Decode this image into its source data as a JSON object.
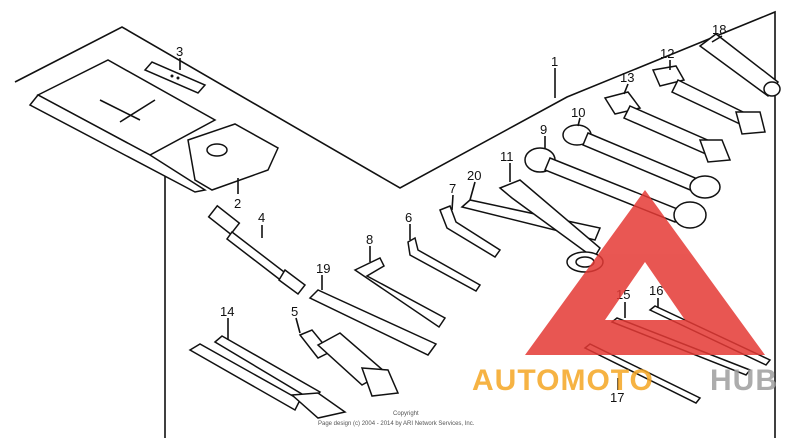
{
  "callouts": {
    "c1": "1",
    "c2": "2",
    "c3": "3",
    "c4": "4",
    "c5": "5",
    "c6": "6",
    "c7": "7",
    "c8": "8",
    "c9": "9",
    "c10": "10",
    "c11": "11",
    "c12": "12",
    "c13": "13",
    "c14": "14",
    "c15": "15",
    "c16": "16",
    "c17": "17",
    "c18": "18",
    "c19": "19",
    "c20": "20"
  },
  "copyright": {
    "line1": "Copyright",
    "line2": "Page design (c) 2004 - 2014 by ARI Network Services, Inc."
  },
  "watermark": {
    "text_orange": "AUTOMOTO",
    "text_gray": "HUB",
    "color_red": "#e53935",
    "color_orange": "#f5a623",
    "color_gray": "#9e9e9e"
  }
}
